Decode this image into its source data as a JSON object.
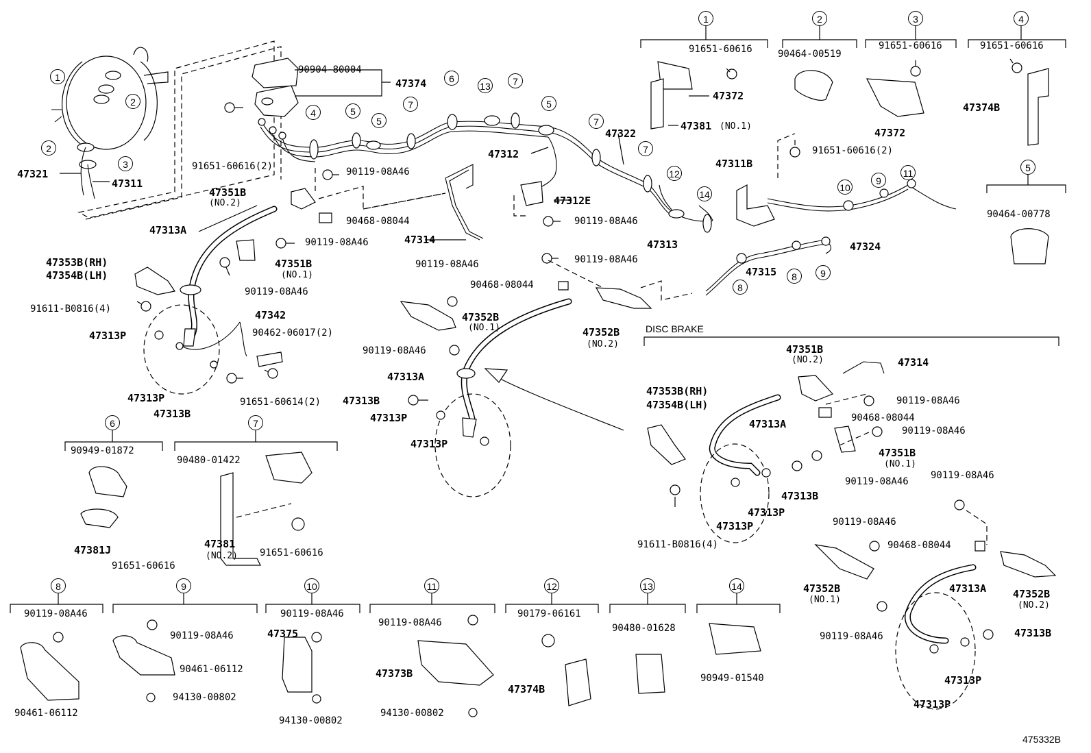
{
  "diagram_code": "475332B",
  "section_title": "DISC BRAKE",
  "callout_numbers": [
    "1",
    "2",
    "3",
    "4",
    "5",
    "6",
    "7",
    "8",
    "9",
    "10",
    "11",
    "12",
    "13",
    "14"
  ],
  "part_numbers": {
    "p47374": "47374",
    "p90904_80004": "90904-80004",
    "p91651_60616_2": "91651-60616(2)",
    "p47321": "47321",
    "p47311": "47311",
    "p90119_08A46": "90119-08A46",
    "p47351B": "47351B",
    "no2": "(NO.2)",
    "no1": "(NO.1)",
    "p47313A": "47313A",
    "p90468_08044": "90468-08044",
    "p47353B_RH": "47353B(RH)",
    "p47354B_LH": "47354B(LH)",
    "p91611_B0816_4": "91611-B0816(4)",
    "p47342": "47342",
    "p90462_06017_2": "90462-06017(2)",
    "p47313P": "47313P",
    "p47313B": "47313B",
    "p91651_60614_2": "91651-60614(2)",
    "p47312": "47312",
    "p47322": "47322",
    "p47312E": "47312E",
    "p47314": "47314",
    "p47352B": "47352B",
    "p47313": "47313",
    "p47311B": "47311B",
    "p91651_60616": "91651-60616",
    "p47372": "47372",
    "p47381": "47381",
    "p47381_no1": "47381(NO.1)",
    "p90464_00519": "90464-00519",
    "p47374B": "47374B",
    "p90464_00778": "90464-00778",
    "p47324": "47324",
    "p47315": "47315",
    "p90949_01872": "90949-01872",
    "p47381J": "47381J",
    "p90480_01422": "90480-01422",
    "p90461_06112": "90461-06112",
    "p94130_00802": "94130-00802",
    "p47375": "47375",
    "p47373B": "47373B",
    "p90179_06161": "90179-06161",
    "p90480_01628": "90480-01628",
    "p90949_01540": "90949-01540"
  }
}
